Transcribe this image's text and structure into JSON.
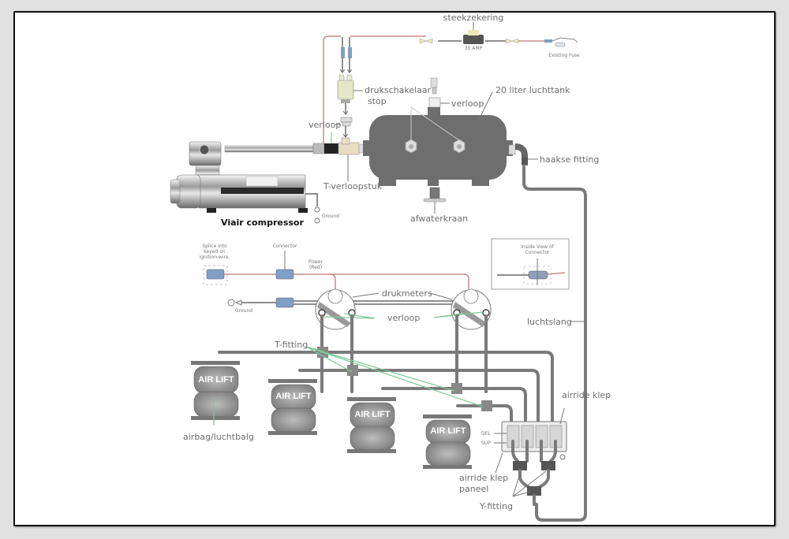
{
  "title": "Air suspension system installation diagram",
  "labels": {
    "fuse": "steekzekering",
    "fuse_rating": "30 AMP",
    "existing_fuse": "Existing Fuse",
    "pressure_switch_line1": "drukschakelaar",
    "pressure_switch_line2": "stop",
    "adapter_top": "verloop",
    "adapter_left": "verloop",
    "tank": "20 liter luchttank",
    "elbow_fitting": "haakse fitting",
    "t_adapter": "T-verloopstuk",
    "compressor": "Viair compressor",
    "ground_top": "Ground",
    "drain_valve": "afwaterkraan",
    "splice_line1": "Splice into",
    "splice_line2": "keyed on",
    "splice_line3": "ignition wire.",
    "connector": "Connector",
    "power_line1": "Power",
    "power_line2": "(Red)",
    "ground_bottom": "Ground",
    "inside_view_line1": "Inside View of",
    "inside_view_line2": "Connector",
    "gauges": "drukmeters",
    "adapter_gauges": "verloop",
    "air_line": "luchtslang",
    "t_fitting": "T-fitting",
    "airbag": "airbag/luchtbalg",
    "valve": "airride klep",
    "valve_panel_line1": "airride klep",
    "valve_panel_line2": "paneel",
    "y_fitting": "Y-fitting",
    "del": "DEL",
    "sup": "SUP"
  },
  "airbags": [
    {
      "brand": "AIR LIFT"
    },
    {
      "brand": "AIR LIFT"
    },
    {
      "brand": "AIR LIFT"
    },
    {
      "brand": "AIR LIFT"
    }
  ],
  "colors": {
    "power_wire": "#c98a8a",
    "leader_green": "#7fc79a",
    "tank": "#6e6e6e",
    "hose": "#7a7a7a",
    "connector_blue": "#7f9fc4"
  }
}
